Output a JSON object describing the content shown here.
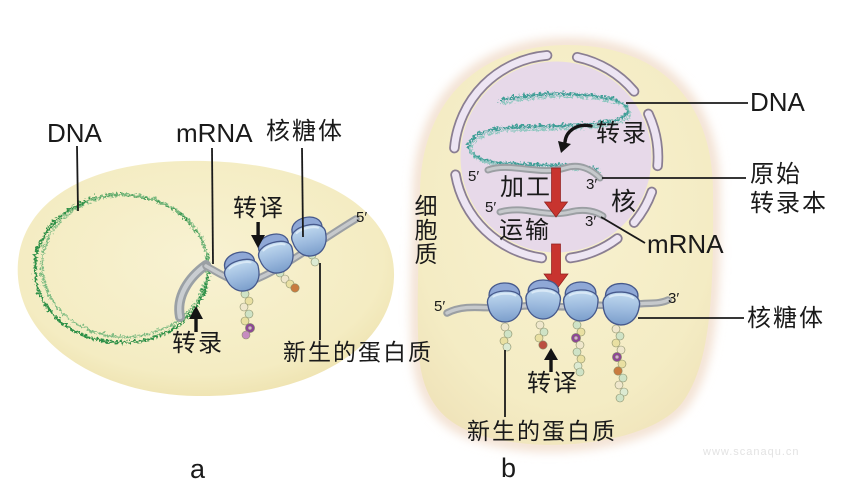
{
  "figure": {
    "description_watermark": "www.scanaqu.cn"
  },
  "panel_a": {
    "caption": "a",
    "dna": "DNA",
    "mrna": "mRNA",
    "ribosome": "核糖体",
    "translation": "转译",
    "transcription": "转录",
    "nascent_protein": "新生的蛋白质",
    "five_prime": "5′"
  },
  "panel_b": {
    "caption": "b",
    "cytoplasm": "细胞质",
    "dna": "DNA",
    "transcription": "转录",
    "processing": "加工",
    "transport": "运输",
    "nucleus": "核",
    "primary_transcript": [
      "原始",
      "转录本"
    ],
    "mrna": "mRNA",
    "ribosome": "核糖体",
    "translation": "转译",
    "nascent_protein": "新生的蛋白质",
    "transcript_five_prime": "5′",
    "transcript_three_prime": "3′",
    "mrna_five_prime": "5′",
    "mrna_three_prime": "3′",
    "polysome_five_prime": "5′",
    "polysome_three_prime": "3′"
  },
  "colors": {
    "cell_fill": "#f4ecc2",
    "cell_halo": "#f3e1d2",
    "nucleus_fill": "#e7d9e9",
    "nuclear_envelope": "#ede5f3",
    "dna_green": "#2f9047",
    "dna_green_light": "#7cba80",
    "dna_teal": "#3f9e97",
    "rna_gray": "#9b9fa3",
    "ribosome_blue": "#9cbade",
    "arrow_red": "#c8342f",
    "label_color": "#1a1a1a"
  }
}
